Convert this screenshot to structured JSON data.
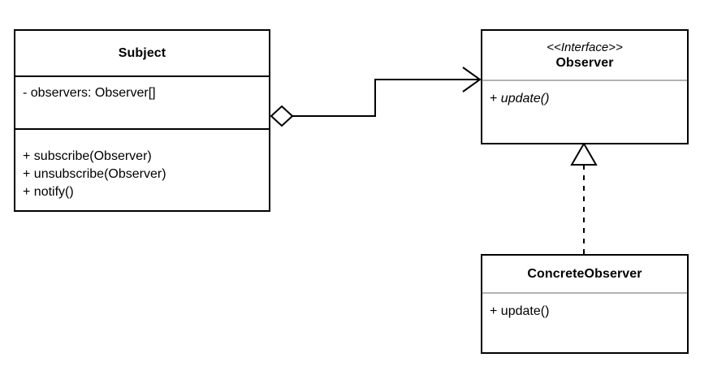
{
  "diagram": {
    "type": "uml-class-diagram",
    "pattern": "Observer",
    "background_color": "#ffffff",
    "line_color": "#000000",
    "separator_color": "#b3b3b3"
  },
  "classes": {
    "subject": {
      "name": "Subject",
      "attributes": [
        {
          "sign": "-",
          "text": "observers: Observer[]",
          "abstract": false
        }
      ],
      "operations": [
        {
          "sign": "+",
          "text": "subscribe(Observer)",
          "abstract": false
        },
        {
          "sign": "+",
          "text": "unsubscribe(Observer)",
          "abstract": false
        },
        {
          "sign": "+",
          "text": "notify()",
          "abstract": false
        }
      ]
    },
    "observer": {
      "stereotype": "<<Interface>>",
      "name": "Observer",
      "operations": [
        {
          "sign": "+",
          "text": "update()",
          "abstract": true
        }
      ]
    },
    "concrete_observer": {
      "name": "ConcreteObserver",
      "operations": [
        {
          "sign": "+",
          "text": "update()",
          "abstract": false
        }
      ]
    }
  },
  "relationships": [
    {
      "id": "aggregation",
      "kind": "aggregation-directed-association",
      "from": "Subject",
      "to": "Observer",
      "source_decoration": "hollow-diamond",
      "target_decoration": "open-arrow",
      "line_style": "solid"
    },
    {
      "id": "realization",
      "kind": "realization",
      "from": "ConcreteObserver",
      "to": "Observer",
      "source_decoration": "none",
      "target_decoration": "hollow-triangle",
      "line_style": "dashed"
    }
  ]
}
